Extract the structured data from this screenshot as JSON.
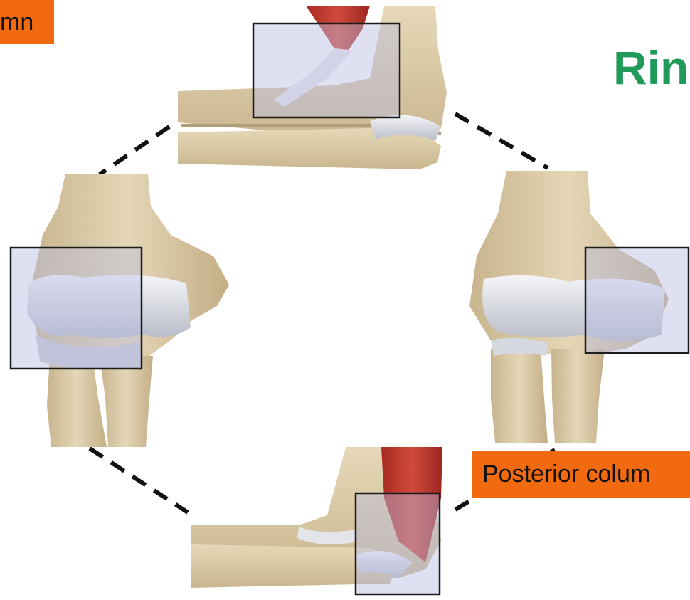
{
  "slide": {
    "title_fragment": "Rin",
    "label_top_left": "mn",
    "label_bottom_right": "Posterior colum"
  },
  "colors": {
    "label_background": "#f26a10",
    "title_text": "#1f9a5a",
    "bone": "#dccba8",
    "cartilage": "#c4c8d6",
    "muscle": "#c23a2e",
    "highlight_box_fill": "#b9bde3",
    "highlight_box_stroke": "#1c1c1c",
    "ring_dash": "#111111"
  },
  "diagram": {
    "views": [
      {
        "name": "top-view",
        "content": "elbow lateral view with anterior muscle"
      },
      {
        "name": "left-view",
        "content": "elbow anterior view with medial highlight"
      },
      {
        "name": "right-view",
        "content": "elbow anterior view with lateral highlight"
      },
      {
        "name": "bottom-view",
        "content": "elbow lateral view with posterior muscle"
      }
    ],
    "ring_style": "dashed"
  }
}
